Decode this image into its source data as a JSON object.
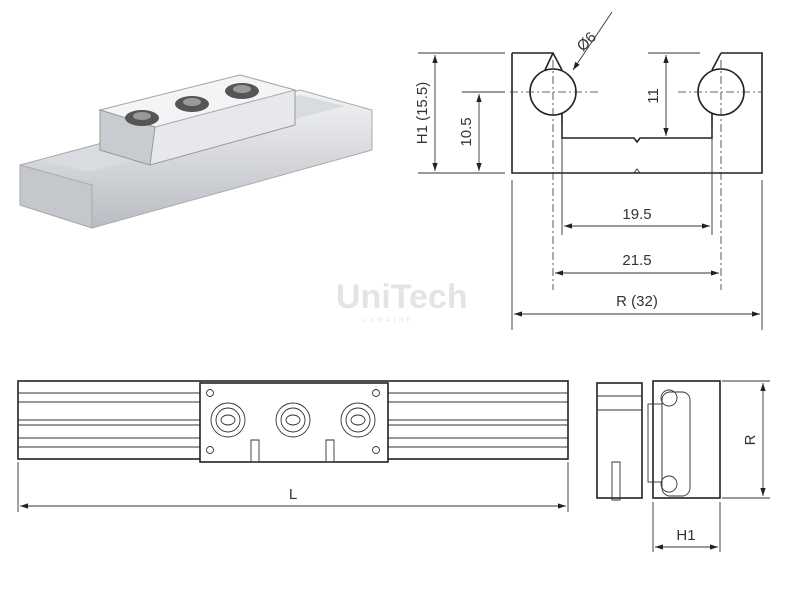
{
  "section_view": {
    "dims": {
      "h1": "H1 (15.5)",
      "h_center": "10.5",
      "h_slot": "11",
      "diameter": "Ø6",
      "inner": "19.5",
      "center": "21.5",
      "width": "R (32)"
    }
  },
  "watermark": {
    "brand": "UniTech",
    "sub": "UKRAINE"
  },
  "front_view": {
    "length_label": "L"
  },
  "side_view": {
    "width_label": "R",
    "height_label": "H1"
  }
}
